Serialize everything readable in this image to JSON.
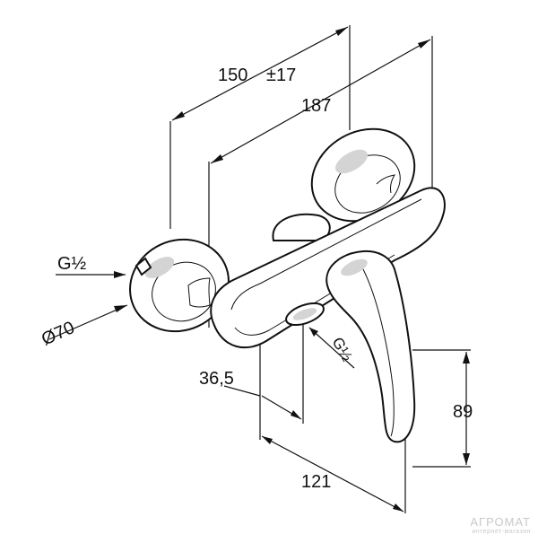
{
  "dimensions": {
    "width_main": "150",
    "width_tolerance": "±17",
    "overall_width": "187",
    "inlet_thread": "G½",
    "rosette_diameter": "Ø70",
    "outlet_thread": "G½",
    "outlet_offset": "36,5",
    "handle_height": "89",
    "depth": "121"
  },
  "watermark": {
    "brand": "АГРОМАТ",
    "tagline": "интернет-магазин"
  }
}
